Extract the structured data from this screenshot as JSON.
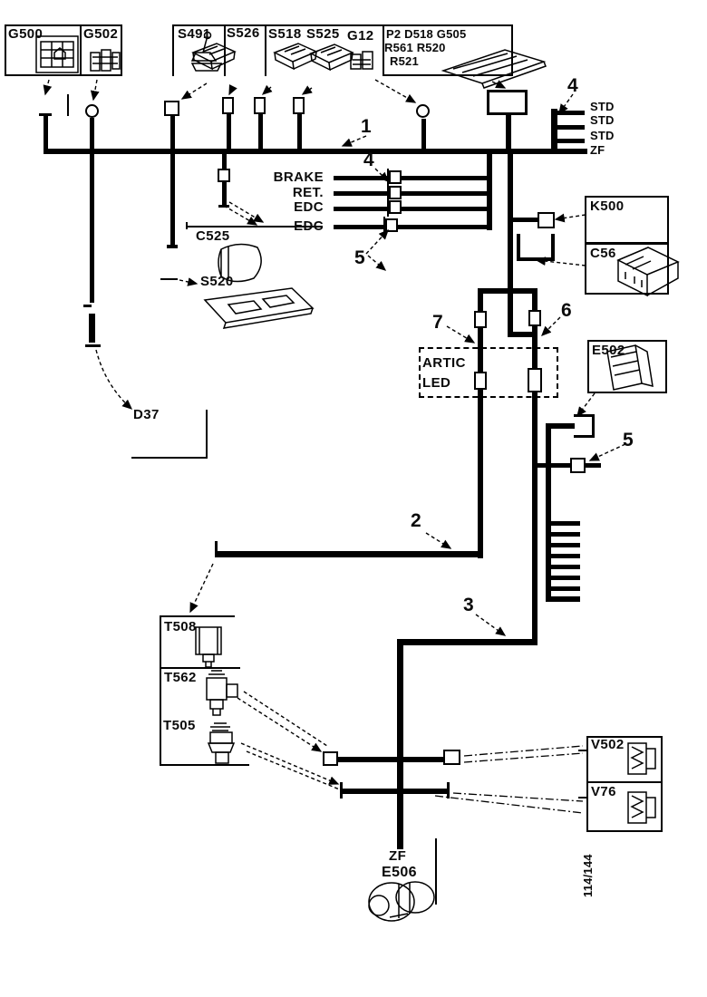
{
  "top_row": {
    "g500": "G500",
    "g502": "G502",
    "s491": "S491",
    "s526": "S526",
    "s518": "S518",
    "s525": "S525",
    "g12": "G12",
    "panel_labels": [
      "P2 D518 G505",
      "R561 R520",
      "R521"
    ]
  },
  "bus": {
    "std_labels": [
      "STD",
      "STD",
      "STD"
    ],
    "zf": "ZF"
  },
  "branch_labels": {
    "brake": "BRAKE",
    "ret": "RET.",
    "edc_a": "EDC",
    "edc_b": "EDC"
  },
  "callouts": {
    "c525": "C525",
    "s520": "S520",
    "k500": "K500",
    "c56": "C56",
    "e502": "E502",
    "artic": "ARTIC",
    "led": "LED",
    "d37": "D37",
    "t508": "T508",
    "t562": "T562",
    "t505": "T505",
    "v502": "V502",
    "v76": "V76",
    "zf": "ZF",
    "e506": "E506"
  },
  "index_numbers": {
    "n1": "1",
    "n2": "2",
    "n3": "3",
    "n4_top": "4",
    "n4_mid": "4",
    "n5_mid": "5",
    "n5_right": "5",
    "n6": "6",
    "n7": "7"
  },
  "page": {
    "number": "114/144"
  }
}
